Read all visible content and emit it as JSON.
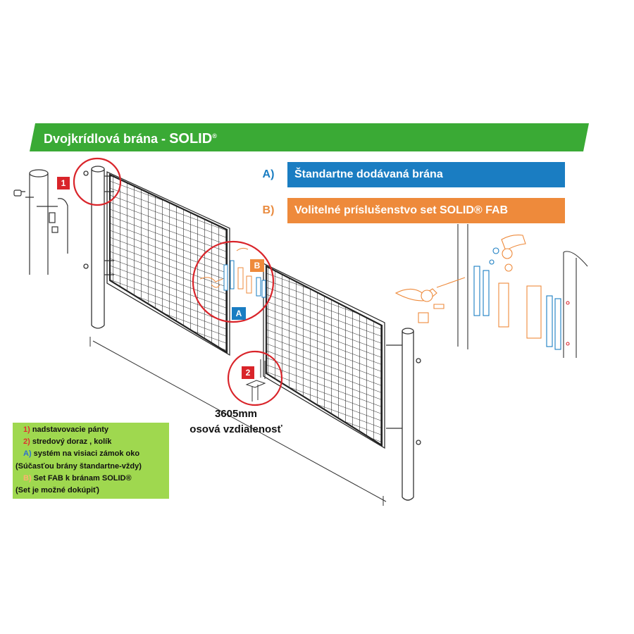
{
  "header": {
    "title": "Dvojkrídlová brána - ",
    "brand": "SOLID",
    "brand_mark": "®",
    "color": "#3aaa35"
  },
  "options": [
    {
      "letter": "A)",
      "text": "Štandartne dodávaná brána",
      "color": "#1a7dc2"
    },
    {
      "letter": "B)",
      "text": "Volitelné príslušenstvo set  SOLID® FAB",
      "color": "#ee8a3b"
    }
  ],
  "markers": {
    "m1": "1",
    "m2": "2",
    "ma": "A",
    "mb": "B"
  },
  "dimension": {
    "value": "3605mm",
    "label": "osová vzdialenosť"
  },
  "legend": {
    "color": "#9fd84f",
    "items": [
      {
        "key": "1)",
        "text": " nadstavovacie pánty"
      },
      {
        "key": "2)",
        "text": " stredový doraz , kolík"
      },
      {
        "key": "A)",
        "text": " systém na visiaci zámok oko"
      },
      {
        "key": "",
        "text": "(Súčasťou brány štandartne-vždy)"
      },
      {
        "key": "B)",
        "text": "  Set FAB k bránam SOLID®"
      },
      {
        "key": "",
        "text": "(Set je možné dokúpiť)"
      }
    ]
  },
  "icons": [
    "gate-post-icon",
    "mesh-panel-icon",
    "hinge-icon",
    "lever-handle-icon",
    "lock-body-icon",
    "ground-stop-icon"
  ]
}
